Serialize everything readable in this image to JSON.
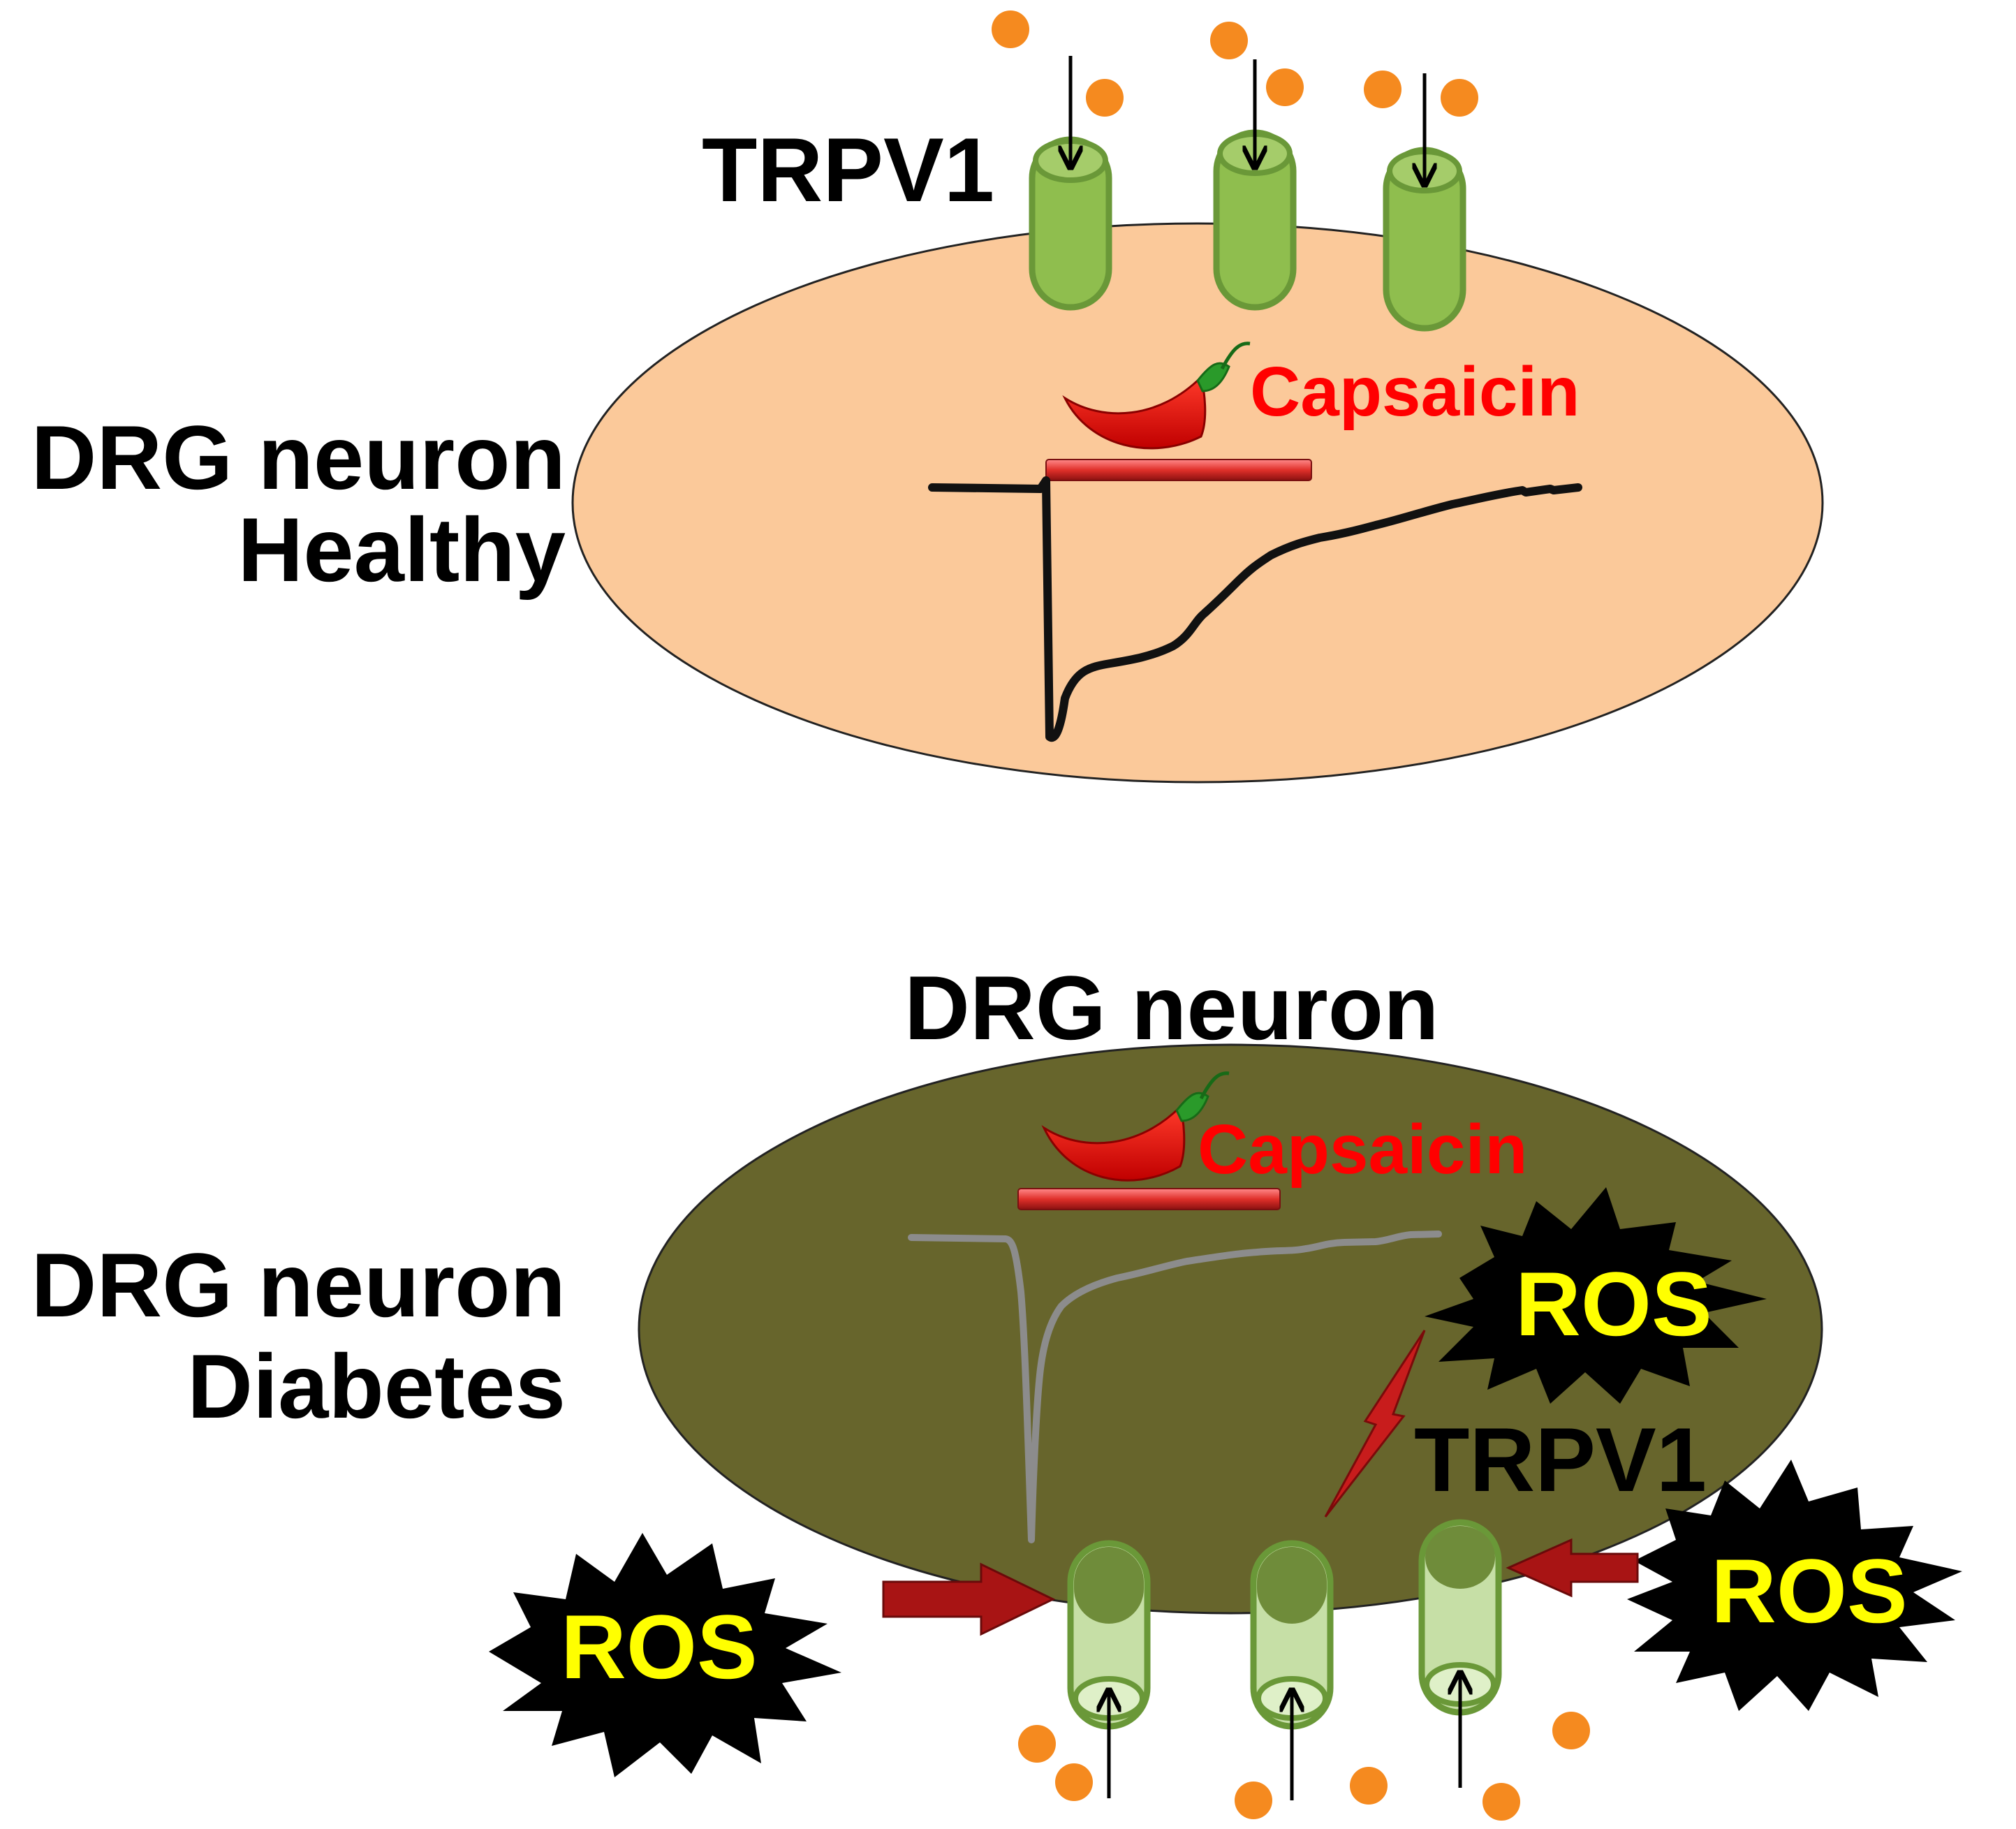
{
  "healthy_panel": {
    "side_label_line1": "DRG neuron",
    "side_label_line2": "Healthy",
    "channel_label": "TRPV1",
    "agonist_label": "Capsaicin"
  },
  "diabetes_panel": {
    "title": "DRG neuron",
    "side_label_line1": "DRG neuron",
    "side_label_line2": "Diabetes",
    "channel_label": "TRPV1",
    "agonist_label": "Capsaicin",
    "ros_labels": [
      "ROS",
      "ROS",
      "ROS"
    ]
  },
  "colors": {
    "healthy_cell": "#fbc99a",
    "diabetic_cell": "#67652c",
    "channel": "#8fbe4e",
    "channel_outline": "#6a9838",
    "channel_faded": "#c6dfa6",
    "ion": "#f58a1f",
    "capsaicin_text": "#ff0000",
    "ros_text": "#ffff00",
    "ros_burst": "#000000",
    "ros_arrow": "#b01010",
    "healthy_trace": "#000000",
    "diabetic_trace": "#8c8c8c"
  }
}
